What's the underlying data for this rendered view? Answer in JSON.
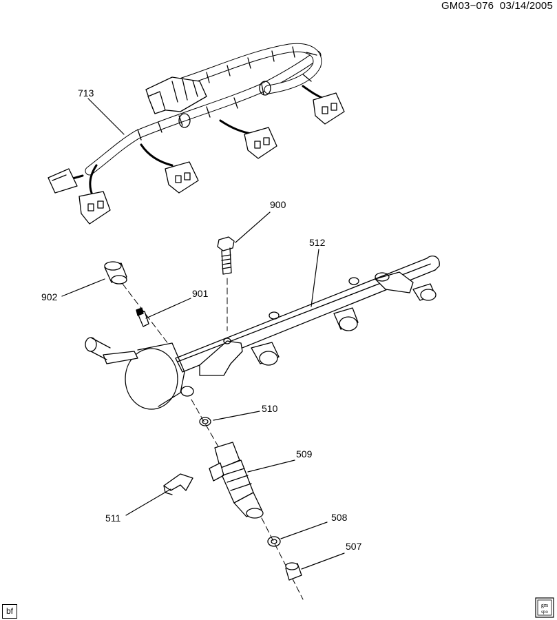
{
  "header": {
    "diagram_id": "GM03−076",
    "date": "03/14/2005"
  },
  "callouts": {
    "c713": "713",
    "c900": "900",
    "c512": "512",
    "c902": "902",
    "c901": "901",
    "c510": "510",
    "c509": "509",
    "c511": "511",
    "c508": "508",
    "c507": "507"
  },
  "corner": {
    "initials": "bf"
  },
  "logo": {
    "line1": "gm",
    "line2": "spo"
  }
}
